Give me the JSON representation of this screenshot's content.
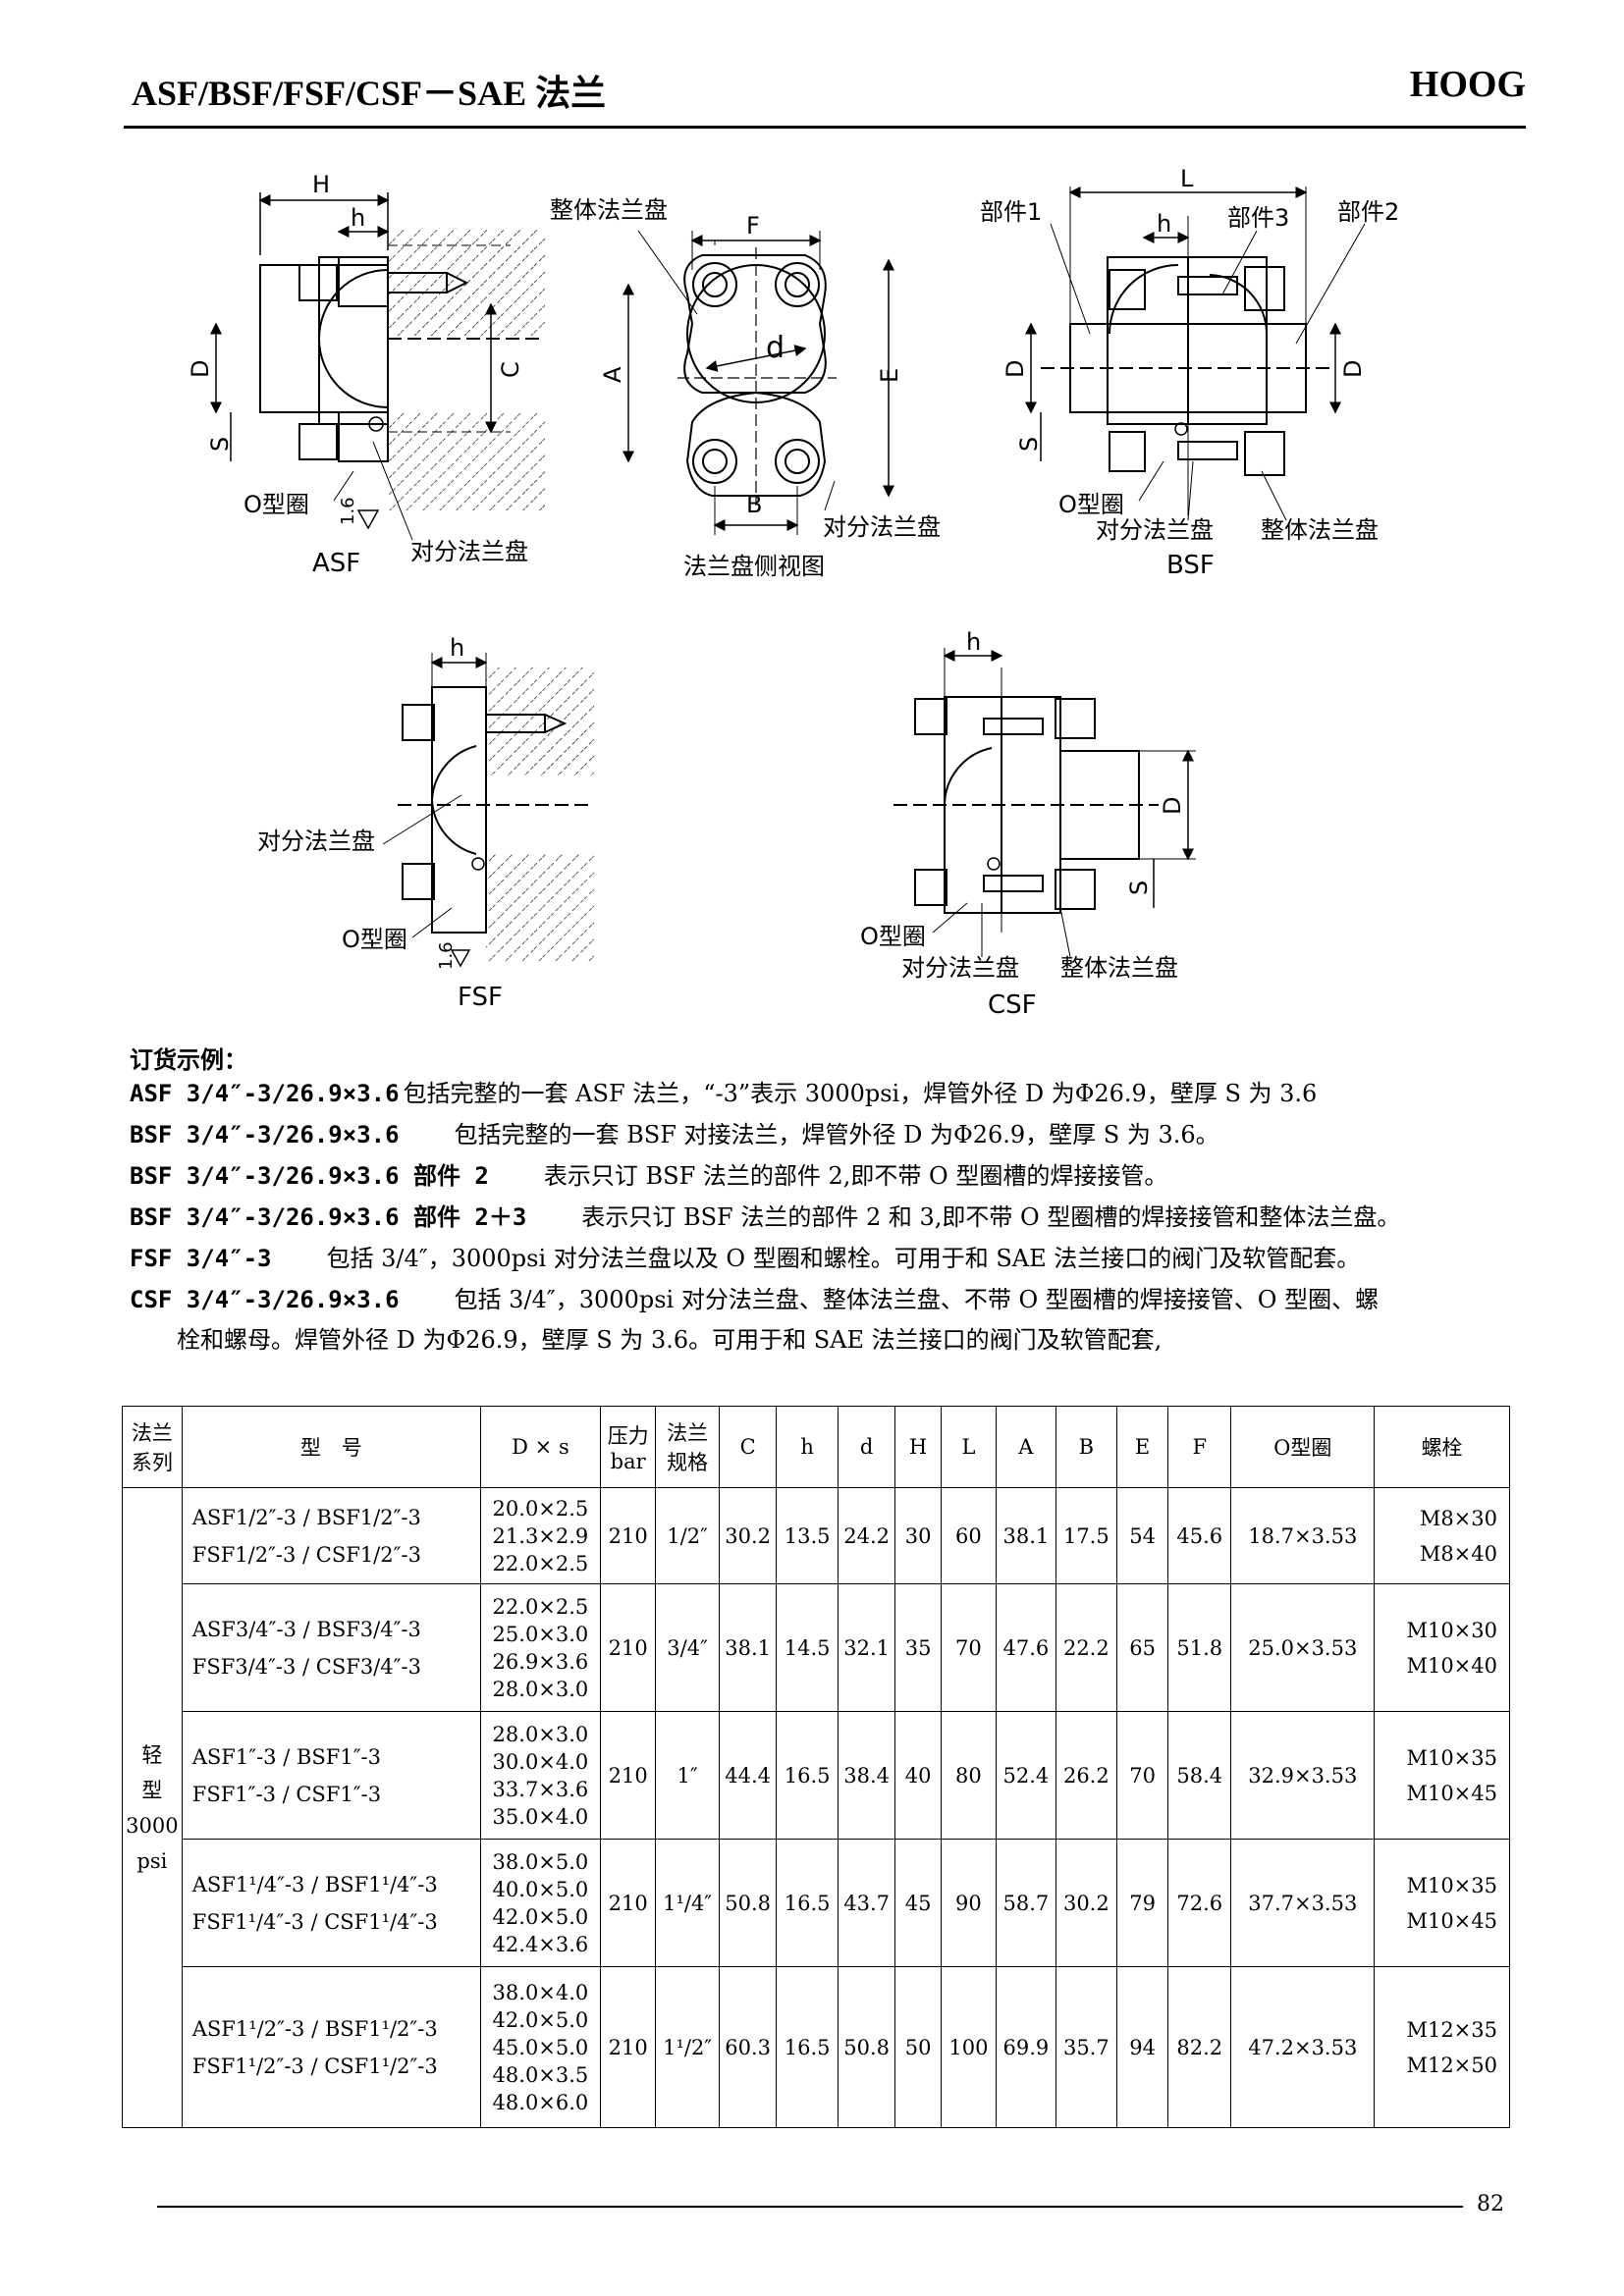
{
  "header": {
    "title": "ASF/BSF/FSF/CSF－SAE 法兰",
    "brand": "HOOG"
  },
  "drawings": {
    "asf": {
      "H": "H",
      "h": "h",
      "D": "D",
      "C": "C",
      "S": "S",
      "oring": "O型圈",
      "rough": "1.6",
      "split": "对分法兰盘",
      "caption": "ASF"
    },
    "side": {
      "top": "整体法兰盘",
      "F": "F",
      "A": "A",
      "E": "E",
      "d": "d",
      "B": "B",
      "split": "对分法兰盘",
      "caption": "法兰盘侧视图"
    },
    "bsf": {
      "L": "L",
      "h": "h",
      "part1": "部件1",
      "part3": "部件3",
      "part2": "部件2",
      "D1": "D",
      "D2": "D",
      "S": "S",
      "oring": "O型圈",
      "split": "对分法兰盘",
      "integral": "整体法兰盘",
      "caption": "BSF"
    },
    "fsf": {
      "h": "h",
      "split": "对分法兰盘",
      "oring": "O型圈",
      "rough": "1.6",
      "caption": "FSF"
    },
    "csf": {
      "h": "h",
      "D": "D",
      "S": "S",
      "oring": "O型圈",
      "split": "对分法兰盘",
      "integral": "整体法兰盘",
      "caption": "CSF"
    }
  },
  "order": {
    "title": "订货示例：",
    "lines": [
      {
        "code": "ASF 3/4″-3/26.9×3.6",
        "text": "包括完整的一套 ASF 法兰，“-3”表示 3000psi，焊管外径 D 为Φ26.9，壁厚 S 为 3.6"
      },
      {
        "code": "BSF 3/4″-3/26.9×3.6",
        "text": "包括完整的一套 BSF 对接法兰，焊管外径 D 为Φ26.9，壁厚 S 为 3.6。"
      },
      {
        "code": "BSF 3/4″-3/26.9×3.6 部件 2",
        "text": "表示只订 BSF 法兰的部件 2,即不带 O 型圈槽的焊接接管。"
      },
      {
        "code": "BSF 3/4″-3/26.9×3.6 部件 2＋3",
        "text": "表示只订 BSF 法兰的部件 2 和 3,即不带 O 型圈槽的焊接接管和整体法兰盘。"
      },
      {
        "code": "FSF 3/4″-3",
        "text": "包括 3/4″，3000psi 对分法兰盘以及 O 型圈和螺栓。可用于和 SAE 法兰接口的阀门及软管配套。"
      },
      {
        "code": "CSF 3/4″-3/26.9×3.6",
        "text": "包括 3/4″，3000psi 对分法兰盘、整体法兰盘、不带 O 型圈槽的焊接接管、O 型圈、螺"
      }
    ],
    "continuation": "栓和螺母。焊管外径 D 为Φ26.9，壁厚 S 为 3.6。可用于和 SAE 法兰接口的阀门及软管配套,"
  },
  "table": {
    "headers": {
      "series": [
        "法兰",
        "系列"
      ],
      "model": "型　号",
      "dxs": "D × s",
      "pressure": [
        "压力",
        "bar"
      ],
      "size": [
        "法兰",
        "规格"
      ],
      "C": "C",
      "h": "h",
      "d": "d",
      "H": "H",
      "L": "L",
      "A": "A",
      "B": "B",
      "E": "E",
      "F": "F",
      "oring": "O型圈",
      "bolt": "螺栓"
    },
    "series_label": [
      "轻",
      "型",
      "3000",
      "psi"
    ],
    "rows": [
      {
        "models": [
          "ASF1/2″-3 / BSF1/2″-3",
          "FSF1/2″-3 / CSF1/2″-3"
        ],
        "dxs": [
          "20.0×2.5",
          "21.3×2.9",
          "22.0×2.5"
        ],
        "bar": "210",
        "size": "1/2″",
        "C": "30.2",
        "h": "13.5",
        "d": "24.2",
        "H": "30",
        "L": "60",
        "A": "38.1",
        "B": "17.5",
        "E": "54",
        "F": "45.6",
        "oring": "18.7×3.53",
        "bolts": [
          "M8×30",
          "M8×40"
        ]
      },
      {
        "models": [
          "ASF3/4″-3 / BSF3/4″-3",
          "FSF3/4″-3 / CSF3/4″-3"
        ],
        "dxs": [
          "22.0×2.5",
          "25.0×3.0",
          "26.9×3.6",
          "28.0×3.0"
        ],
        "bar": "210",
        "size": "3/4″",
        "C": "38.1",
        "h": "14.5",
        "d": "32.1",
        "H": "35",
        "L": "70",
        "A": "47.6",
        "B": "22.2",
        "E": "65",
        "F": "51.8",
        "oring": "25.0×3.53",
        "bolts": [
          "M10×30",
          "M10×40"
        ]
      },
      {
        "models": [
          "ASF1″-3 / BSF1″-3",
          "FSF1″-3 / CSF1″-3"
        ],
        "dxs": [
          "28.0×3.0",
          "30.0×4.0",
          "33.7×3.6",
          "35.0×4.0"
        ],
        "bar": "210",
        "size": "1″",
        "C": "44.4",
        "h": "16.5",
        "d": "38.4",
        "H": "40",
        "L": "80",
        "A": "52.4",
        "B": "26.2",
        "E": "70",
        "F": "58.4",
        "oring": "32.9×3.53",
        "bolts": [
          "M10×35",
          "M10×45"
        ]
      },
      {
        "models": [
          "ASF1¹/4″-3 / BSF1¹/4″-3",
          "FSF1¹/4″-3 / CSF1¹/4″-3"
        ],
        "dxs": [
          "38.0×5.0",
          "40.0×5.0",
          "42.0×5.0",
          "42.4×3.6"
        ],
        "bar": "210",
        "size": "1¹/4″",
        "C": "50.8",
        "h": "16.5",
        "d": "43.7",
        "H": "45",
        "L": "90",
        "A": "58.7",
        "B": "30.2",
        "E": "79",
        "F": "72.6",
        "oring": "37.7×3.53",
        "bolts": [
          "M10×35",
          "M10×45"
        ]
      },
      {
        "models": [
          "ASF1¹/2″-3 / BSF1¹/2″-3",
          "FSF1¹/2″-3 / CSF1¹/2″-3"
        ],
        "dxs": [
          "38.0×4.0",
          "42.0×5.0",
          "45.0×5.0",
          "48.0×3.5",
          "48.0×6.0"
        ],
        "bar": "210",
        "size": "1¹/2″",
        "C": "60.3",
        "h": "16.5",
        "d": "50.8",
        "H": "50",
        "L": "100",
        "A": "69.9",
        "B": "35.7",
        "E": "94",
        "F": "82.2",
        "oring": "47.2×3.53",
        "bolts": [
          "M12×35",
          "M12×50"
        ]
      }
    ]
  },
  "footer": {
    "page": "82"
  }
}
